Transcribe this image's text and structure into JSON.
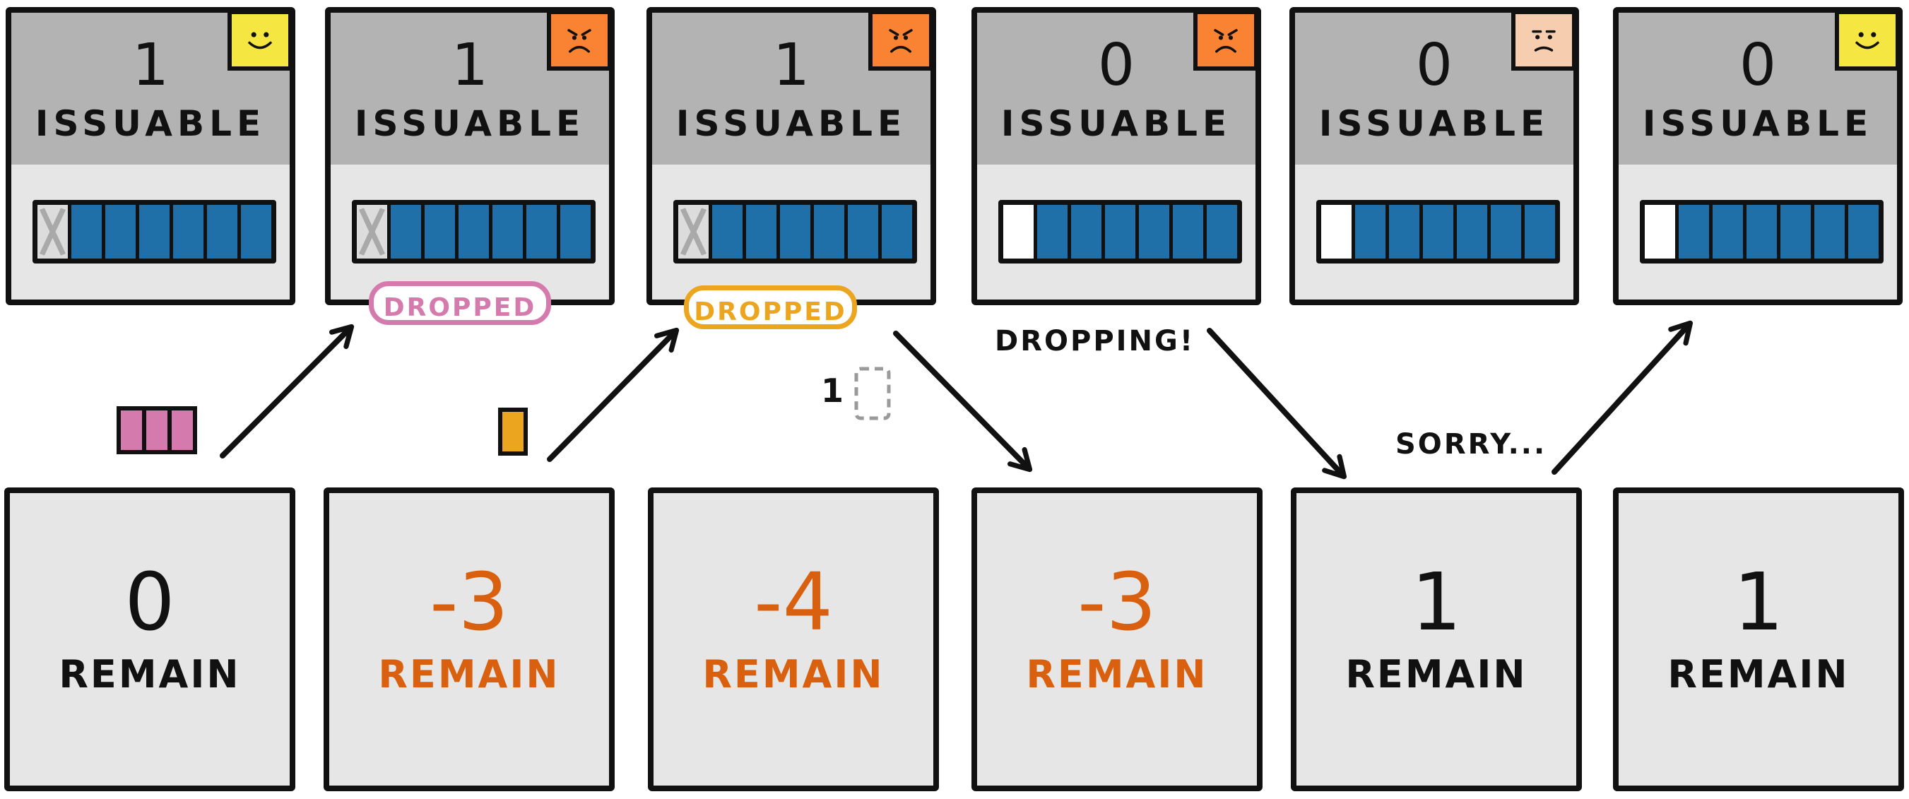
{
  "colors": {
    "outline": "#111111",
    "card_head": "#b3b3b3",
    "card_body": "#e6e6e6",
    "slot_filled": "#1f6fa8",
    "slot_empty": "#ffffff",
    "slot_crossed": "#dcdcdc",
    "negative_text": "#d9600e",
    "normal_text": "#111111",
    "face_happy": "#f5e642",
    "face_angry": "#f98233",
    "face_worried": "#f7cdb0",
    "dropped_pink": "#d47aac",
    "dropped_yellow": "#eba51e"
  },
  "top_cards": [
    {
      "number": "1",
      "label": "ISSUABLE",
      "face": "happy",
      "slots": [
        "crossed",
        "filled",
        "filled",
        "filled",
        "filled",
        "filled",
        "filled"
      ]
    },
    {
      "number": "1",
      "label": "ISSUABLE",
      "face": "angry",
      "slots": [
        "crossed",
        "filled",
        "filled",
        "filled",
        "filled",
        "filled",
        "filled"
      ]
    },
    {
      "number": "1",
      "label": "ISSUABLE",
      "face": "angry",
      "slots": [
        "crossed",
        "filled",
        "filled",
        "filled",
        "filled",
        "filled",
        "filled"
      ]
    },
    {
      "number": "0",
      "label": "ISSUABLE",
      "face": "angry",
      "slots": [
        "empty",
        "filled",
        "filled",
        "filled",
        "filled",
        "filled",
        "filled"
      ]
    },
    {
      "number": "0",
      "label": "ISSUABLE",
      "face": "worried",
      "slots": [
        "empty",
        "filled",
        "filled",
        "filled",
        "filled",
        "filled",
        "filled"
      ]
    },
    {
      "number": "0",
      "label": "ISSUABLE",
      "face": "happy",
      "slots": [
        "empty",
        "filled",
        "filled",
        "filled",
        "filled",
        "filled",
        "filled"
      ]
    }
  ],
  "bottom_cards": [
    {
      "number": "0",
      "label": "REMAIN",
      "negative": false
    },
    {
      "number": "-3",
      "label": "REMAIN",
      "negative": true
    },
    {
      "number": "-4",
      "label": "REMAIN",
      "negative": true
    },
    {
      "number": "-3",
      "label": "REMAIN",
      "negative": true
    },
    {
      "number": "1",
      "label": "REMAIN",
      "negative": false
    },
    {
      "number": "1",
      "label": "REMAIN",
      "negative": false
    }
  ],
  "tags": [
    {
      "text": "DROPPED",
      "color": "#d47aac"
    },
    {
      "text": "DROPPED",
      "color": "#eba51e"
    }
  ],
  "notes": {
    "dropping": "DROPPING!",
    "sorry": "SORRY...",
    "count": "1"
  },
  "packets": [
    {
      "count": 3,
      "color": "#d47aac"
    },
    {
      "count": 1,
      "color": "#eba51e"
    }
  ]
}
